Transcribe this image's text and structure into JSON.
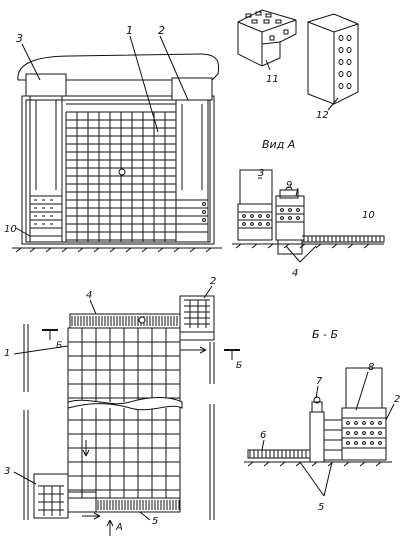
{
  "labels": {
    "l1": "1",
    "l2": "2",
    "l3": "3",
    "l10": "10",
    "l11": "11",
    "l12": "12",
    "viewA": "Вид А",
    "a3": "3",
    "a9": "9",
    "a10": "10",
    "a4": "4",
    "p4": "4",
    "p2": "2",
    "p1": "1",
    "p3": "3",
    "p5": "5",
    "pb1": "Б",
    "pb2": "Б",
    "pA": "А",
    "sectionBB": "Б - Б",
    "s7": "7",
    "s8": "8",
    "s2": "2",
    "s6": "6",
    "s5": "5"
  }
}
